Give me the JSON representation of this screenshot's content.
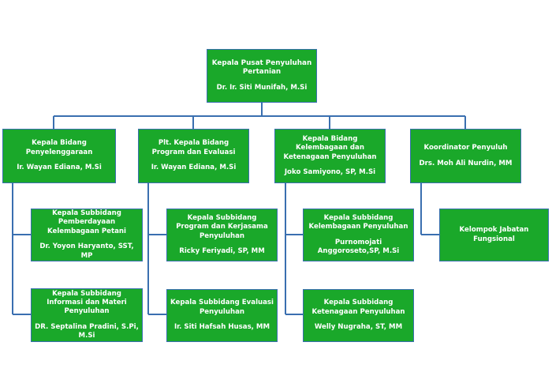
{
  "org_chart": {
    "root": {
      "title": "Kepala Pusat Penyuluhan Pertanian",
      "name": "Dr. Ir. Siti Munifah, M.Si"
    },
    "divisions": [
      {
        "title": "Kepala Bidang Penyelenggaraan",
        "name": "Ir. Wayan Ediana, M.Si",
        "subdivisions": [
          {
            "title": "Kepala Subbidang Pemberdayaan Kelembagaan Petani",
            "name": "Dr. Yoyon Haryanto, SST, MP"
          },
          {
            "title": "Kepala Subbidang Informasi dan Materi Penyuluhan",
            "name": "DR. Septalina Pradini, S.Pi, M.Si"
          }
        ]
      },
      {
        "title": "Plt. Kepala Bidang Program dan Evaluasi",
        "name": "Ir. Wayan Ediana, M.Si",
        "subdivisions": [
          {
            "title": "Kepala Subbidang Program dan Kerjasama Penyuluhan",
            "name": "Ricky Feriyadi, SP, MM"
          },
          {
            "title": "Kepala Subbidang Evaluasi Penyuluhan",
            "name": "Ir. Siti Hafsah Husas, MM"
          }
        ]
      },
      {
        "title": "Kepala Bidang Kelembagaan dan Ketenagaan Penyuluhan",
        "name": "Joko Samiyono, SP, M.Si",
        "subdivisions": [
          {
            "title": "Kepala Subbidang Kelembagaan Penyuluhan",
            "name": "Purnomojati Anggoroseto,SP, M.Si"
          },
          {
            "title": "Kepala Subbidang Ketenagaan Penyuluhan",
            "name": "Welly Nugraha, ST, MM"
          }
        ]
      },
      {
        "title": "Koordinator Penyuluh",
        "name": "Drs. Moh Ali Nurdin, MM",
        "subdivisions": [
          {
            "title": "Kelompok Jabatan Fungsional",
            "name": ""
          }
        ]
      }
    ]
  },
  "colors": {
    "box_fill": "#1aa82a",
    "box_border": "#3a6fb0",
    "connector": "#3a6fb0",
    "text": "#ffffff"
  }
}
